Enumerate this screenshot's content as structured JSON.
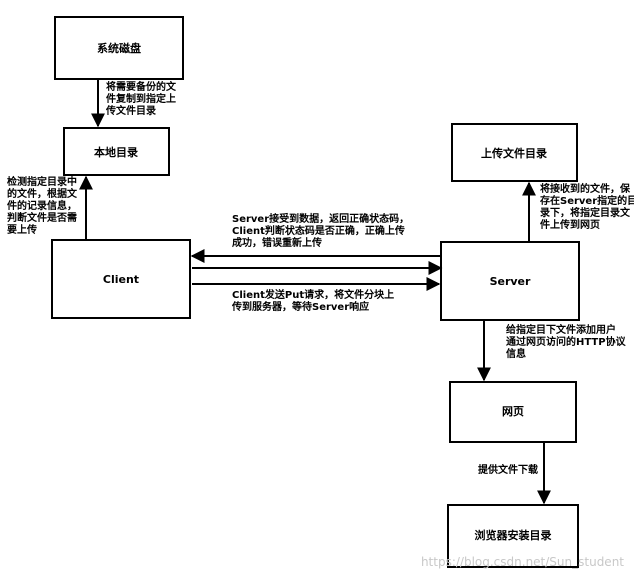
{
  "boxes": {
    "system_disk": "系统磁盘",
    "local_dir": "本地目录",
    "client": "Client",
    "upload_dir": "上传文件目录",
    "server": "Server",
    "webpage": "网页",
    "browser_install_dir": "浏览器安装目录"
  },
  "notes": {
    "disk_to_local": [
      "将需要备份的文",
      "件复制到指定上",
      "传文件目录"
    ],
    "client_to_local": [
      "检测指定目录中",
      "的文件，根据文",
      "件的记录信息，",
      "判断文件是否需",
      "要上传"
    ],
    "server_to_client": [
      "Server接受到数据，返回正确状态码，",
      "Client判断状态码是否正确，正确上传",
      "成功，错误重新上传"
    ],
    "client_to_server": [
      "Client发送Put请求，将文件分块上",
      "传到服务器，等待Server响应"
    ],
    "server_to_upload": [
      "将接收到的文件，保",
      "存在Server指定的目",
      "录下，将指定目录文",
      "件上传到网页"
    ],
    "server_to_web": [
      "给指定目下文件添加用户",
      "通过网页访问的HTTP协议",
      "信息"
    ],
    "web_to_browser": [
      "提供文件下载"
    ]
  },
  "watermark": "https://blog.csdn.net/Sun_student"
}
